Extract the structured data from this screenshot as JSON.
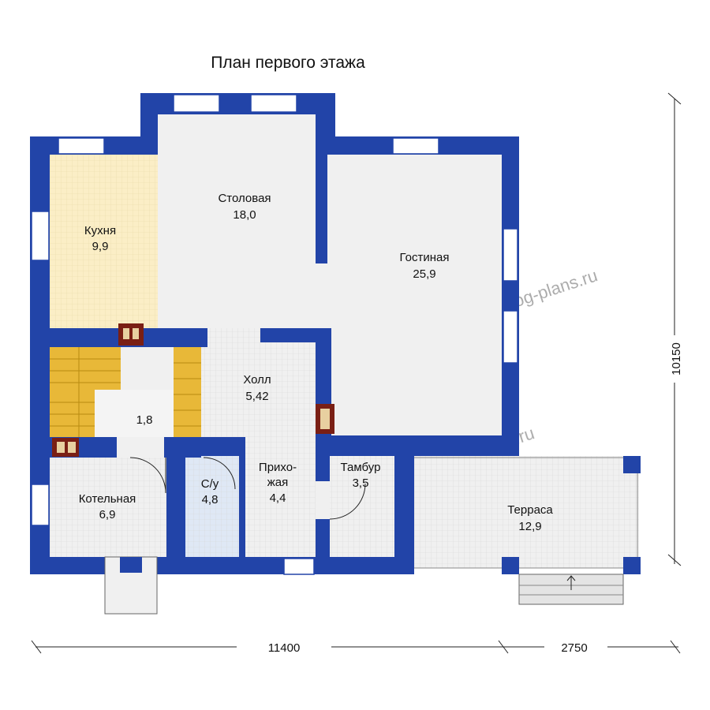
{
  "title": "План первого этажа",
  "rooms": [
    {
      "name": "Кухня",
      "area": "9,9"
    },
    {
      "name": "Столовая",
      "area": "18,0"
    },
    {
      "name": "Гостиная",
      "area": "25,9"
    },
    {
      "name": "Холл",
      "area": "5,42"
    },
    {
      "name": "1,8"
    },
    {
      "name": "Котельная",
      "area": "6,9"
    },
    {
      "name": "С/у",
      "area": "4,8"
    },
    {
      "name": "Прихо-",
      "name2": "жая",
      "area": "4,4"
    },
    {
      "name": "Тамбур",
      "area": "3,5"
    },
    {
      "name": "Терраса",
      "area": "12,9"
    }
  ],
  "dimensions": {
    "width_main": "11400",
    "width_terrace": "2750",
    "height": "10150"
  },
  "watermark": "www.catalog-plans.ru",
  "colors": {
    "wall": "#2244a8",
    "floor": "#f0f0f0",
    "kitchen": "#fbeec6",
    "stairs": "#e8b838",
    "window": "#ffffff",
    "stove": "#7a1f14"
  }
}
